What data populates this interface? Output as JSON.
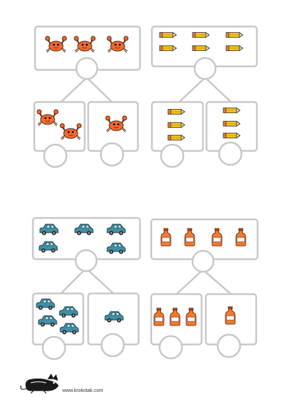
{
  "worksheet": {
    "colors": {
      "frame": "#c8c8c8",
      "crab": "#ef6b2e",
      "pencil": "#f2c31b",
      "car": "#3f8fa6",
      "bottle": "#ef7a32"
    },
    "problems": [
      {
        "item": "crab-icon",
        "total": 3,
        "parts": [
          2,
          1
        ]
      },
      {
        "item": "pencil-icon",
        "total": 6,
        "parts": [
          3,
          3
        ]
      },
      {
        "item": "car-icon",
        "total": 5,
        "parts": [
          4,
          1
        ]
      },
      {
        "item": "bottle-icon",
        "total": 4,
        "parts": [
          3,
          1
        ]
      }
    ]
  },
  "footer": {
    "logo": "cat-logo-icon",
    "url": "www.krokotak.com"
  }
}
